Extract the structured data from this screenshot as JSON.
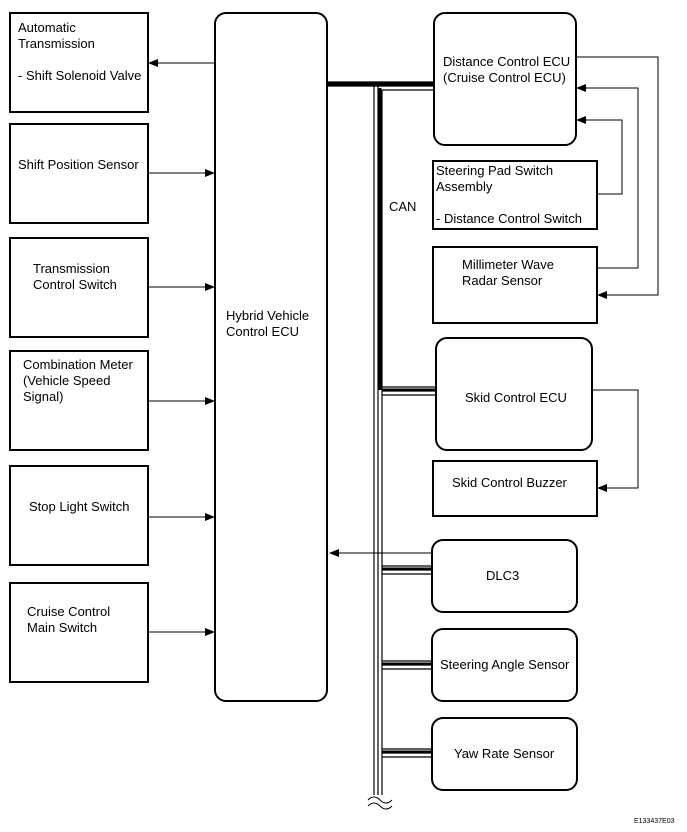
{
  "left_boxes": {
    "automatic_transmission": "Automatic\nTransmission\n\n- Shift Solenoid Valve",
    "shift_position_sensor": "Shift Position Sensor",
    "transmission_control_switch": "Transmission\nControl Switch",
    "combination_meter": "Combination Meter\n(Vehicle Speed\nSignal)",
    "stop_light_switch": "Stop Light Switch",
    "cruise_control_main_switch": "Cruise Control\nMain Switch"
  },
  "center": {
    "hv_ecu": "Hybrid Vehicle\nControl ECU"
  },
  "bus": {
    "label": "CAN"
  },
  "right_boxes": {
    "distance_control_ecu": "Distance Control ECU\n(Cruise Control ECU)",
    "steering_pad_switch": "Steering Pad Switch\nAssembly\n\n- Distance Control Switch",
    "millimeter_wave_radar": "Millimeter Wave\nRadar Sensor",
    "skid_control_ecu": "Skid Control ECU",
    "skid_control_buzzer": "Skid Control Buzzer",
    "dlc3": "DLC3",
    "steering_angle_sensor": "Steering Angle Sensor",
    "yaw_rate_sensor": "Yaw Rate Sensor"
  },
  "figure_id": "E133437E03"
}
